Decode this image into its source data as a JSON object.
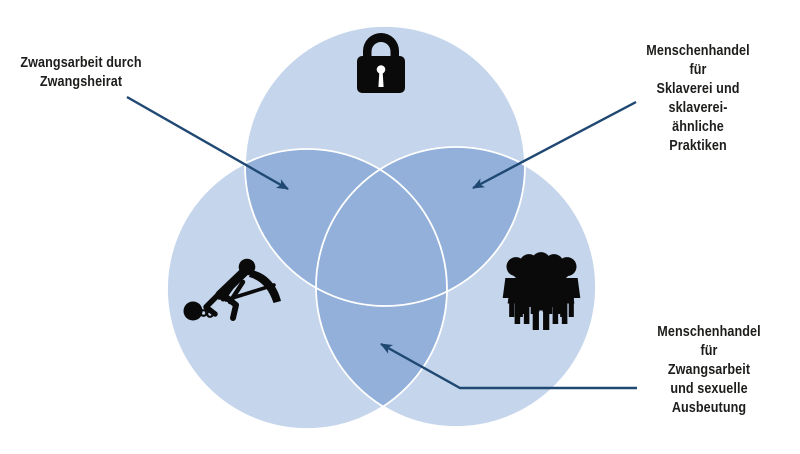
{
  "colors": {
    "background": "#ffffff",
    "circle_fill": "#c5d5eb",
    "overlap_fill": "#92b0da",
    "circle_outline": "#ffffff",
    "arrow": "#1f4872",
    "text": "#1d1d1b",
    "icon": "#0a0a0a"
  },
  "labels": {
    "forced_marriage": "Zwangsarbeit durch\nZwangsheirat",
    "slavery": "Menschenhandel für\nSklaverei und sklaverei-\nähnliche Praktiken",
    "exploitation": "Menschenhandel für\nZwangsarbeit\nund sexuelle Ausbeutung"
  },
  "icons": {
    "top_circle": "lock-icon",
    "left_circle": "miner-ball-chain-icon",
    "right_circle": "people-group-icon"
  }
}
